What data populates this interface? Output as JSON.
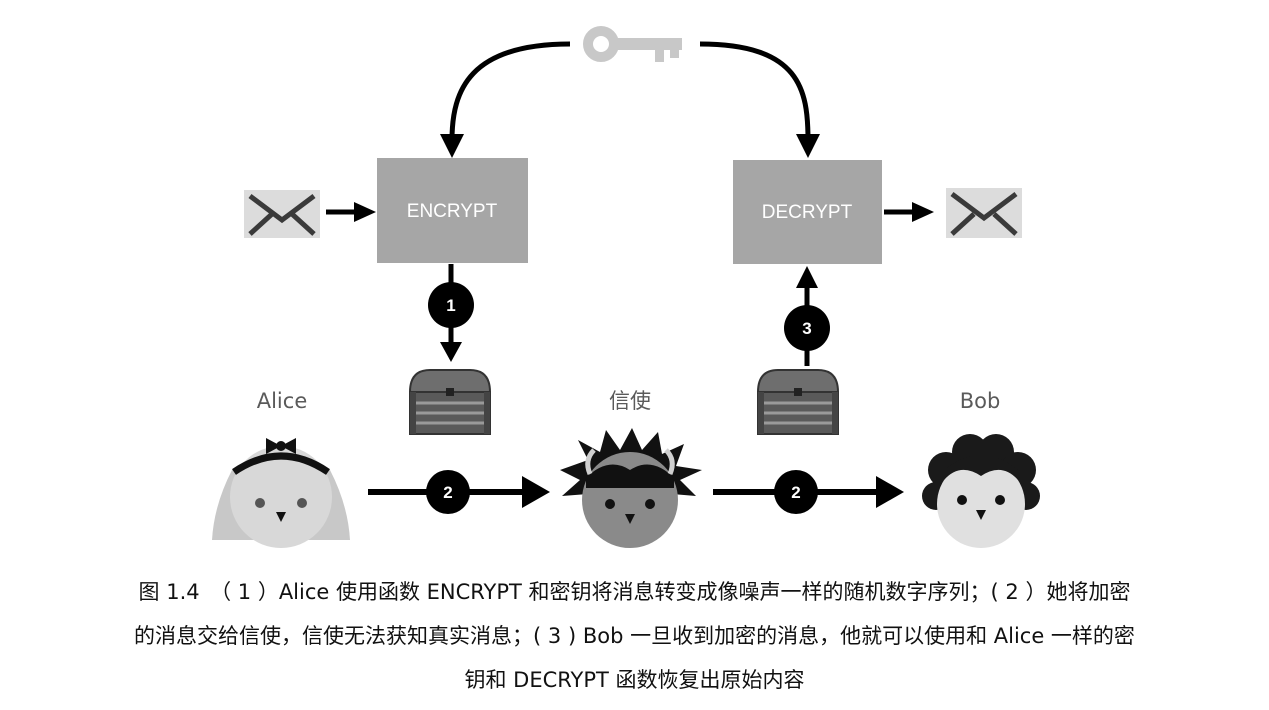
{
  "boxes": {
    "encrypt": "ENCRYPT",
    "decrypt": "DECRYPT"
  },
  "people": {
    "alice": "Alice",
    "messenger": "信使",
    "bob": "Bob"
  },
  "steps": {
    "step1": "1",
    "step2_left": "2",
    "step2_right": "2",
    "step3": "3"
  },
  "icons": {
    "key": "key-icon",
    "envelope_in": "envelope-icon",
    "envelope_out": "envelope-icon",
    "chest_left": "treasure-chest-icon",
    "chest_right": "treasure-chest-icon",
    "alice": "alice-avatar-icon",
    "messenger": "messenger-avatar-icon",
    "bob": "bob-avatar-icon"
  },
  "colors": {
    "box": "#a6a6a6",
    "key": "#c8c8c8",
    "arrow": "#000000",
    "badge": "#000000"
  },
  "caption": {
    "line1": "图 1.4　（ 1 ）Alice 使用函数 ENCRYPT 和密钥将消息转变成像噪声一样的随机数字序列；( 2 ）她将加密",
    "line2": "的消息交给信使，信使无法获知真实消息；( 3 ) Bob 一旦收到加密的消息，他就可以使用和 Alice 一样的密",
    "line3": "钥和 DECRYPT 函数恢复出原始内容"
  }
}
